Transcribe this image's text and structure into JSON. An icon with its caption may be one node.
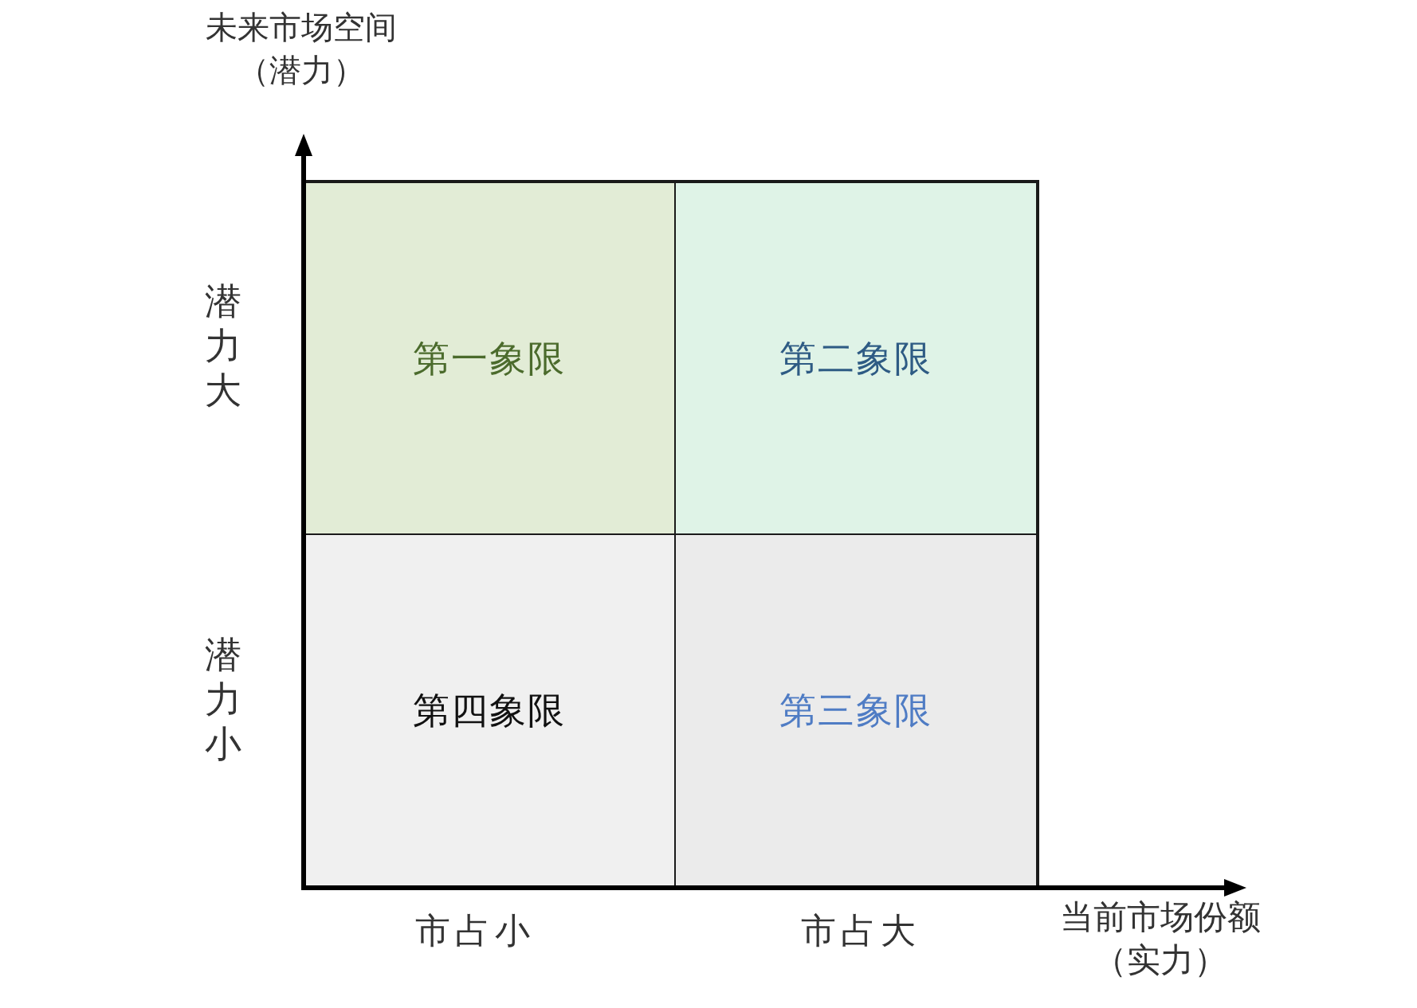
{
  "diagram": {
    "nodes": [
      {
        "text": [
          "第一象限"
        ]
      },
      {
        "text": [
          "第二象限"
        ]
      },
      {
        "text": [
          "第四象限"
        ]
      },
      {
        "text": [
          "第三象限"
        ]
      }
    ],
    "labels": [
      "未来市场空间（潜力）",
      "潜力大",
      "潜力小",
      "市占小",
      "市占大",
      "当前市场份额（实力）"
    ]
  }
}
